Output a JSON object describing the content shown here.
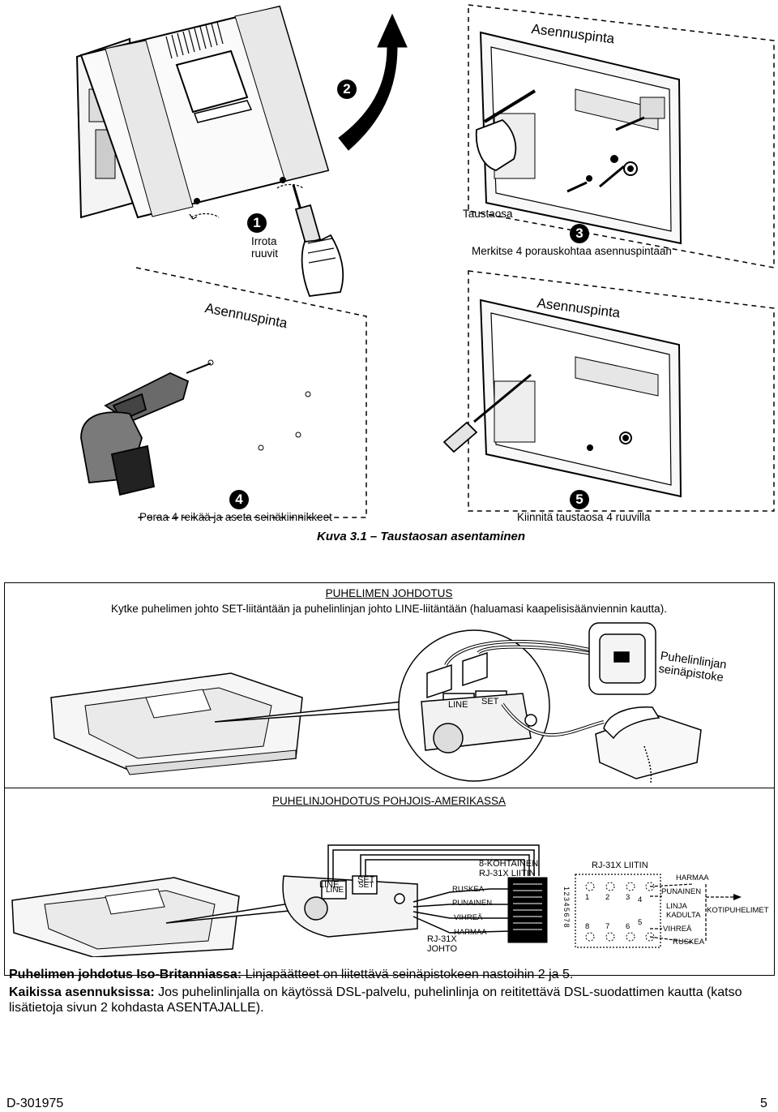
{
  "figure": {
    "asennuspinta": "Asennuspinta",
    "step1_num": "1",
    "step1_label_line1": "Irrota",
    "step1_label_line2": "ruuvit",
    "step2_num": "2",
    "taustaosa": "Taustaosa",
    "step3_num": "3",
    "step3_label": "Merkitse 4 porauskohtaa asennuspintaan",
    "step4_num": "4",
    "step4_label": "Poraa 4 reikää ja aseta seinäkiinnikkeet",
    "step5_num": "5",
    "step5_label": "Kiinnitä taustaosa 4 ruuvilla",
    "caption": "Kuva 3.1 – Taustaosan asentaminen"
  },
  "wiring": {
    "title": "PUHELIMEN JOHDOTUS",
    "text": "Kytke puhelimen johto SET-liitäntään ja puhelinlinjan johto LINE-liitäntään (haluamasi kaapelisisäänviennin kautta).",
    "line_label": "LINE",
    "set_label": "SET",
    "wall_jack_line1": "Puhelinlinjan",
    "wall_jack_line2": "seinäpistoke"
  },
  "na_wiring": {
    "title": "PUHELINJOHDOTUS POHJOIS-AMERIKASSA",
    "line_label": "LINE",
    "set_label": "SET",
    "plug_title_line1": "8-KOHTAINEN",
    "plug_title_line2": "RJ-31X LIITIN",
    "wire_colors": [
      "RUSKEA",
      "PUNAINEN",
      "VIHREÄ",
      "HARMAA"
    ],
    "cable_line1": "RJ-31X",
    "cable_line2": "JOHTO",
    "pin_numbers": "12345678",
    "jack_title": "RJ-31X LIITIN",
    "jack_pins_top": [
      "1",
      "2",
      "3",
      "4"
    ],
    "jack_pins_bottom": [
      "8",
      "7",
      "6",
      "5"
    ],
    "right_harmaa": "HARMAA",
    "right_punainen": "PUNAINEN",
    "right_linja_line1": "LINJA",
    "right_linja_line2": "KADULTA",
    "right_vihrea": "VIHREÄ",
    "right_ruskea": "RUSKEA",
    "kotipuhelimet": "KOTIPUHELIMET"
  },
  "notes": {
    "uk_bold": "Puhelimen johdotus Iso-Britanniassa:",
    "uk_text": " Linjapäätteet on liitettävä seinäpistokeen nastoihin 2 ja 5.",
    "all_bold": "Kaikissa asennuksissa:",
    "all_text": " Jos puhelinlinjalla on käytössä DSL-palvelu, puhelinlinja on reititettävä DSL-suodattimen kautta (katso lisätietoja sivun 2 kohdasta ASENTAJALLE)."
  },
  "footer": {
    "doc_code": "D-301975",
    "page_number": "5"
  }
}
